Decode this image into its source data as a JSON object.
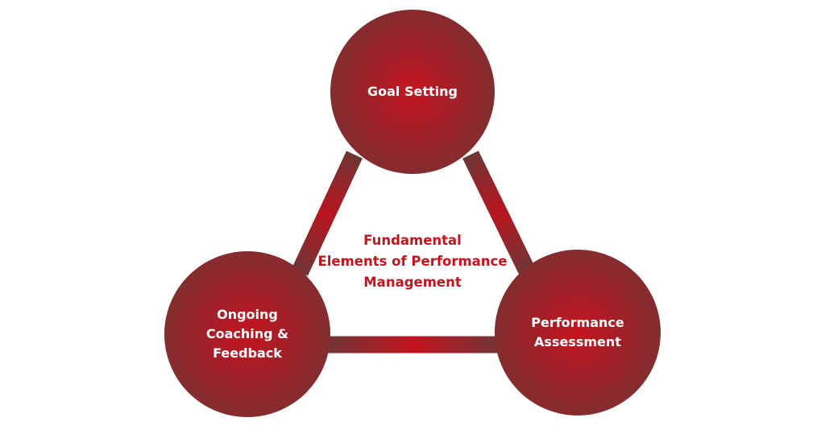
{
  "diagram": {
    "center_title": "Fundamental\nElements of Performance\nManagement",
    "nodes": [
      {
        "id": "goal-setting",
        "label": "Goal Setting"
      },
      {
        "id": "coaching-feedback",
        "label": "Ongoing\nCoaching &\nFeedback"
      },
      {
        "id": "performance-assessment",
        "label": "Performance\nAssessment"
      }
    ],
    "connectors": [
      {
        "from": "goal-setting",
        "to": "coaching-feedback"
      },
      {
        "from": "goal-setting",
        "to": "performance-assessment"
      },
      {
        "from": "coaching-feedback",
        "to": "performance-assessment"
      }
    ]
  },
  "colors": {
    "accent_red": "#c4151f",
    "node_dark": "#743333",
    "node_light": "#c4151f",
    "text_on_node": "#ffffff",
    "background": "#ffffff"
  }
}
